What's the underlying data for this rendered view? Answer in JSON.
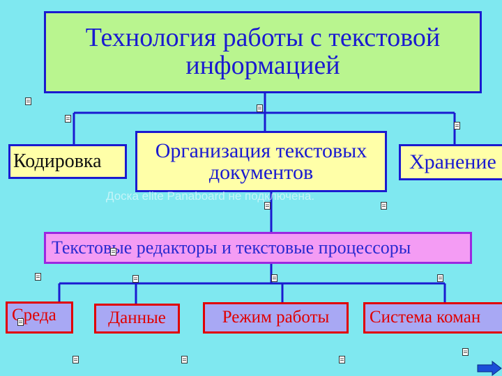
{
  "diagram": {
    "title": "Технология работы с текстовой информацией",
    "level1": {
      "left": "Кодировка",
      "center": "Организация текстовых документов",
      "right": "Хранение"
    },
    "level2": "Текстовые редакторы и текстовые процессоры",
    "level3": [
      "Среда",
      "Данные",
      "Режим работы",
      "Система коман"
    ]
  },
  "overlay": {
    "watermark": "Доска elite Panaboard не подключена."
  },
  "colors": {
    "background": "#7fe8f0",
    "title_fill": "#b9f58f",
    "box_border": "#1a1ad0",
    "level1_fill": "#ffffa8",
    "level2_fill": "#f49cf4",
    "level3_fill": "#a8a8f4",
    "level3_border": "#e00000"
  },
  "icons": [
    "document-icon",
    "next-slide-arrow-icon"
  ]
}
